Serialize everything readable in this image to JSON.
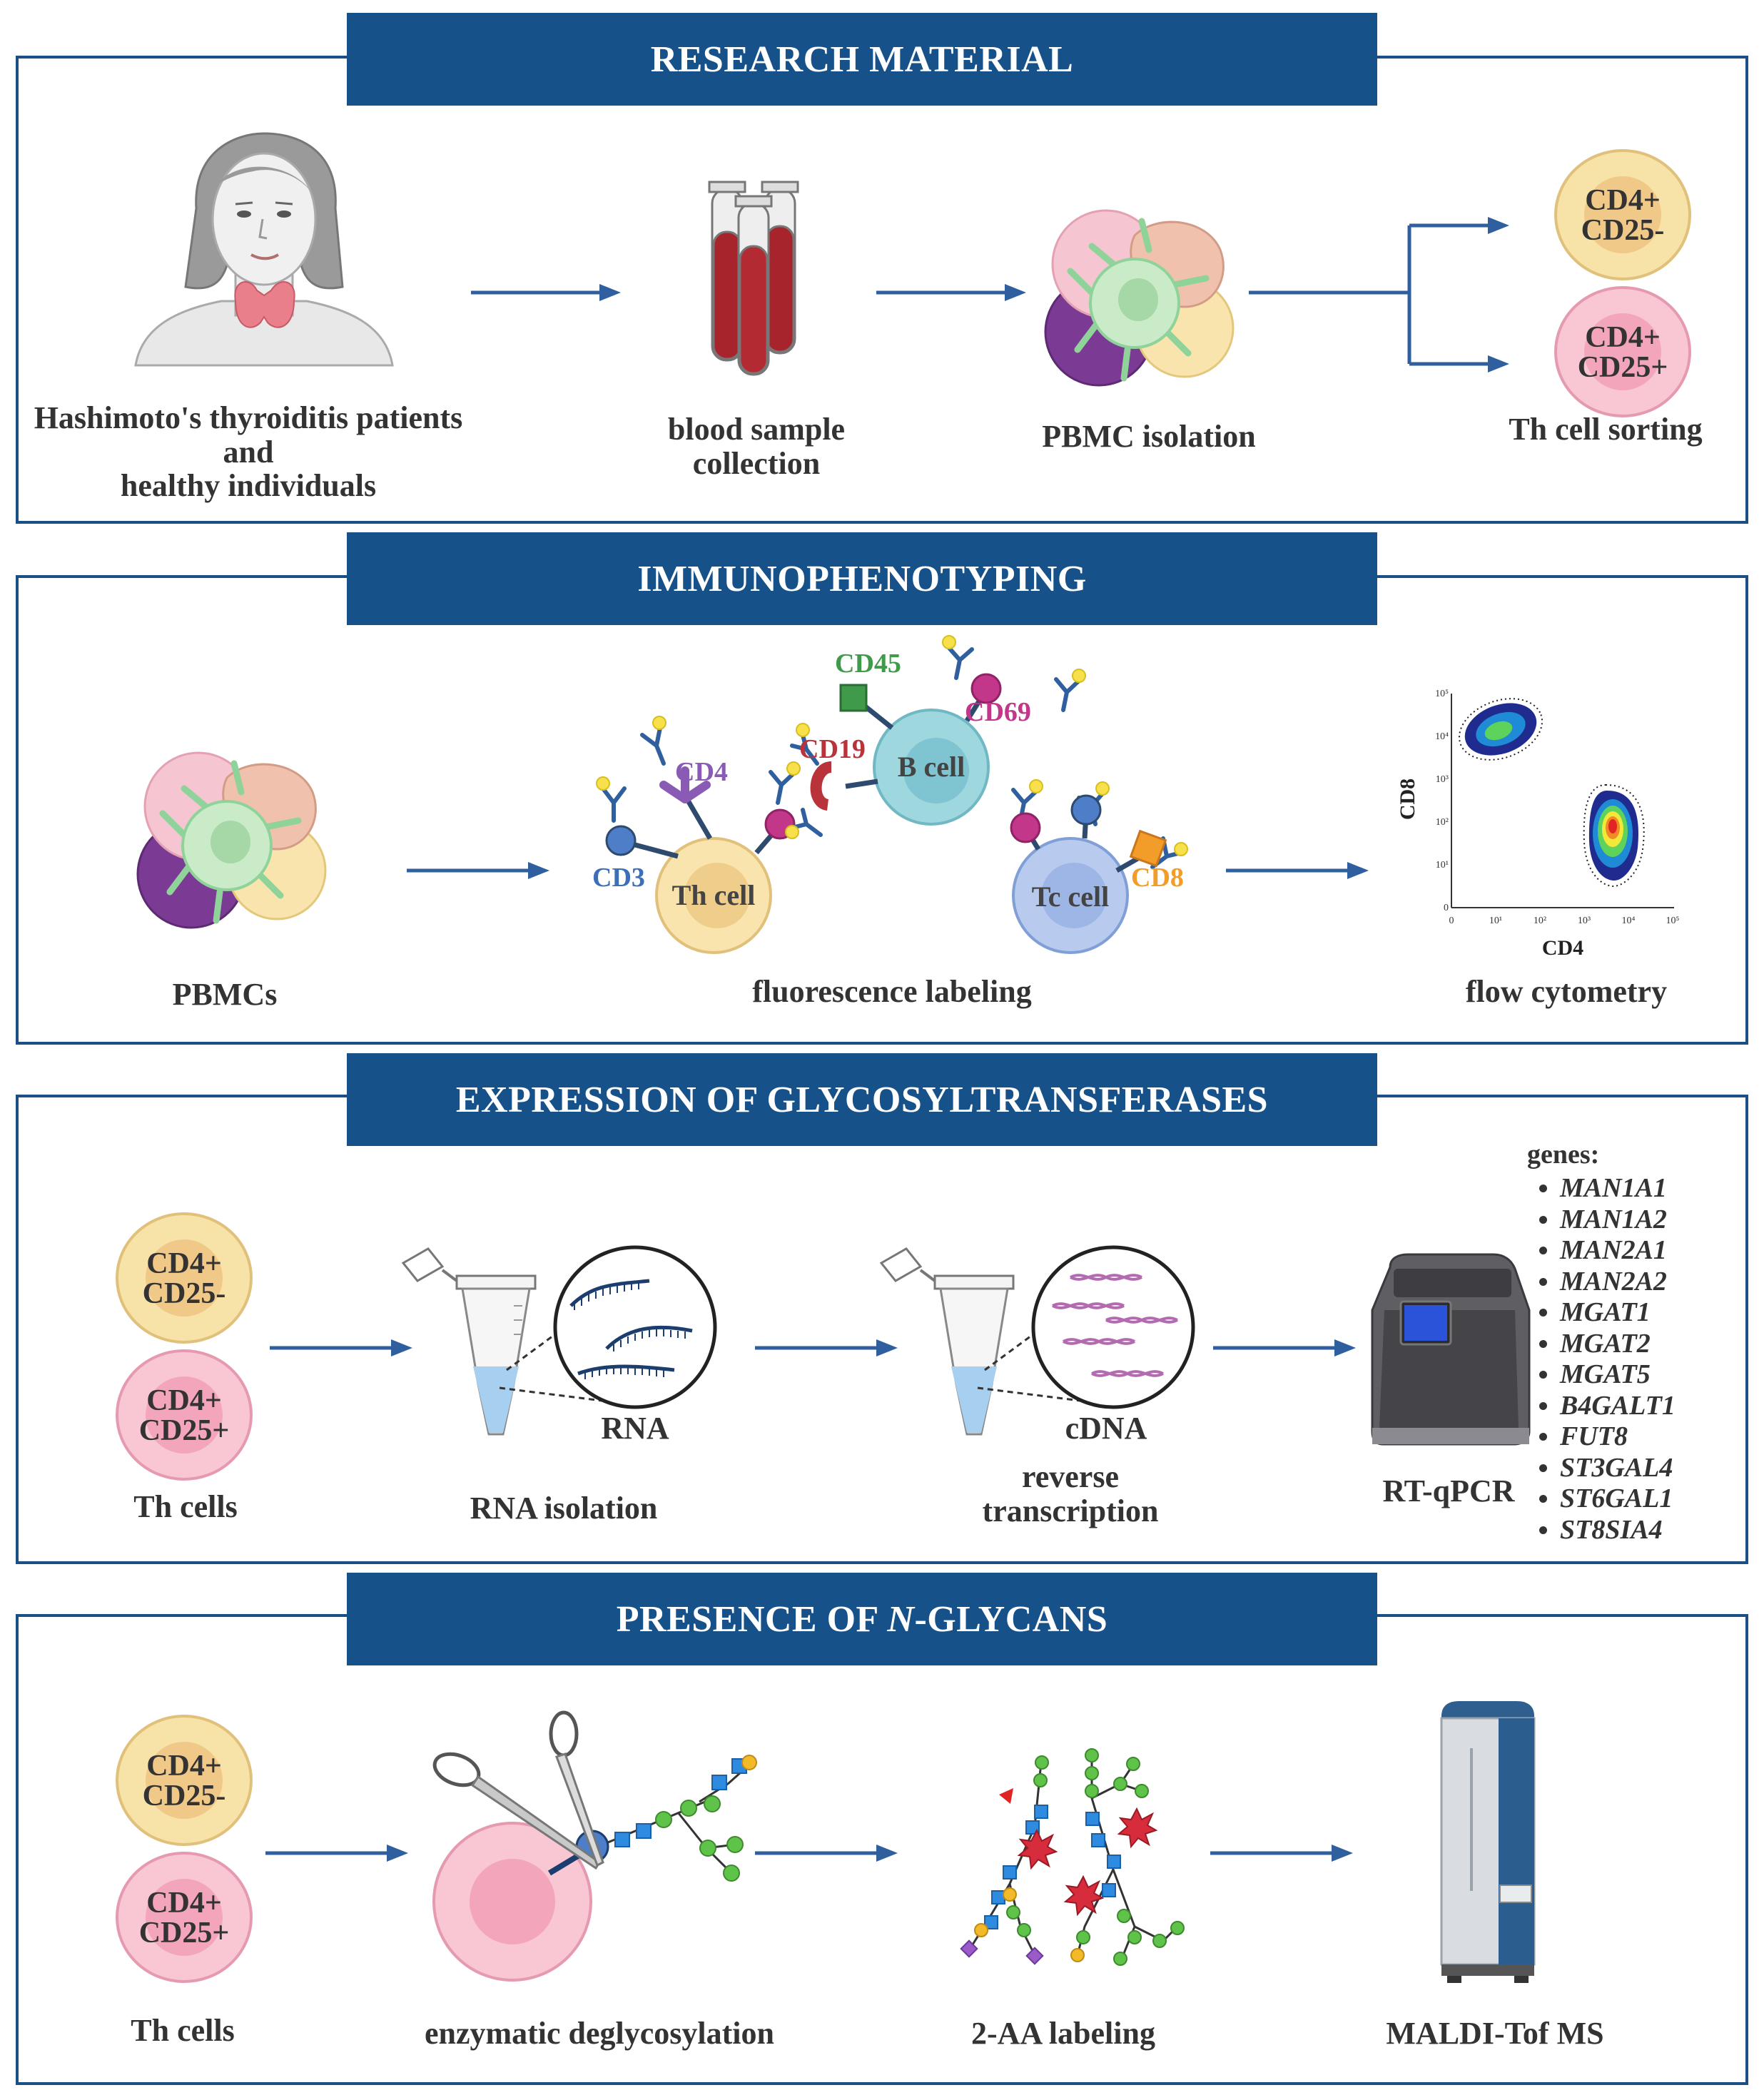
{
  "sections": {
    "research": {
      "title": "RESEARCH MATERIAL",
      "subject_label_line1": "Hashimoto's thyroiditis patients",
      "subject_label_line2": "and",
      "subject_label_line3": "healthy individuals",
      "blood_label_line1": "blood sample",
      "blood_label_line2": "collection",
      "pbmc_label": "PBMC isolation",
      "sorting_label": "Th cell sorting",
      "cell_a": {
        "line1": "CD4+",
        "line2": "CD25-"
      },
      "cell_b": {
        "line1": "CD4+",
        "line2": "CD25+"
      }
    },
    "immuno": {
      "title": "IMMUNOPHENOTYPING",
      "pbmcs_label": "PBMCs",
      "labeling_label": "fluorescence labeling",
      "flow_label": "flow cytometry",
      "markers": {
        "cd45": "CD45",
        "cd69": "CD69",
        "cd19": "CD19",
        "cd4": "CD4",
        "cd3": "CD3",
        "cd8": "CD8"
      },
      "cells": {
        "b": "B cell",
        "th": "Th cell",
        "tc": "Tc cell"
      },
      "plot": {
        "xlabel": "CD4",
        "ylabel": "CD8",
        "xticks": [
          "0",
          "10¹",
          "10²",
          "10³",
          "10⁴",
          "10⁵"
        ],
        "yticks": [
          "0",
          "10¹",
          "10²",
          "10³",
          "10⁴",
          "10⁵"
        ]
      }
    },
    "expression": {
      "title": "EXPRESSION OF GLYCOSYLTRANSFERASES",
      "cell_a": {
        "line1": "CD4+",
        "line2": "CD25-"
      },
      "cell_b": {
        "line1": "CD4+",
        "line2": "CD25+"
      },
      "th_label": "Th cells",
      "rna_tag": "RNA",
      "rna_label": "RNA isolation",
      "cdna_tag": "cDNA",
      "rt_label_line1": "reverse",
      "rt_label_line2": "transcription",
      "qpcr_label": "RT-qPCR",
      "genes_header": "genes:",
      "genes": [
        "MAN1A1",
        "MAN1A2",
        "MAN2A1",
        "MAN2A2",
        "MGAT1",
        "MGAT2",
        "MGAT5",
        "B4GALT1",
        "FUT8",
        "ST3GAL4",
        "ST6GAL1",
        "ST8SIA4"
      ]
    },
    "glycans": {
      "title_prefix": "PRESENCE OF ",
      "title_italic": "N",
      "title_suffix": "-GLYCANS",
      "cell_a": {
        "line1": "CD4+",
        "line2": "CD25-"
      },
      "cell_b": {
        "line1": "CD4+",
        "line2": "CD25+"
      },
      "th_label": "Th cells",
      "deglyco_label": "enzymatic deglycosylation",
      "aa_label": "2-AA labeling",
      "ms_label": "MALDI-Tof MS"
    }
  },
  "colors": {
    "banner": "#16518a",
    "border": "#1a4f86",
    "arrow": "#2f5f9e",
    "cd25neg_fill": "#f7e2a8",
    "cd25pos_fill": "#f9c7d4"
  }
}
